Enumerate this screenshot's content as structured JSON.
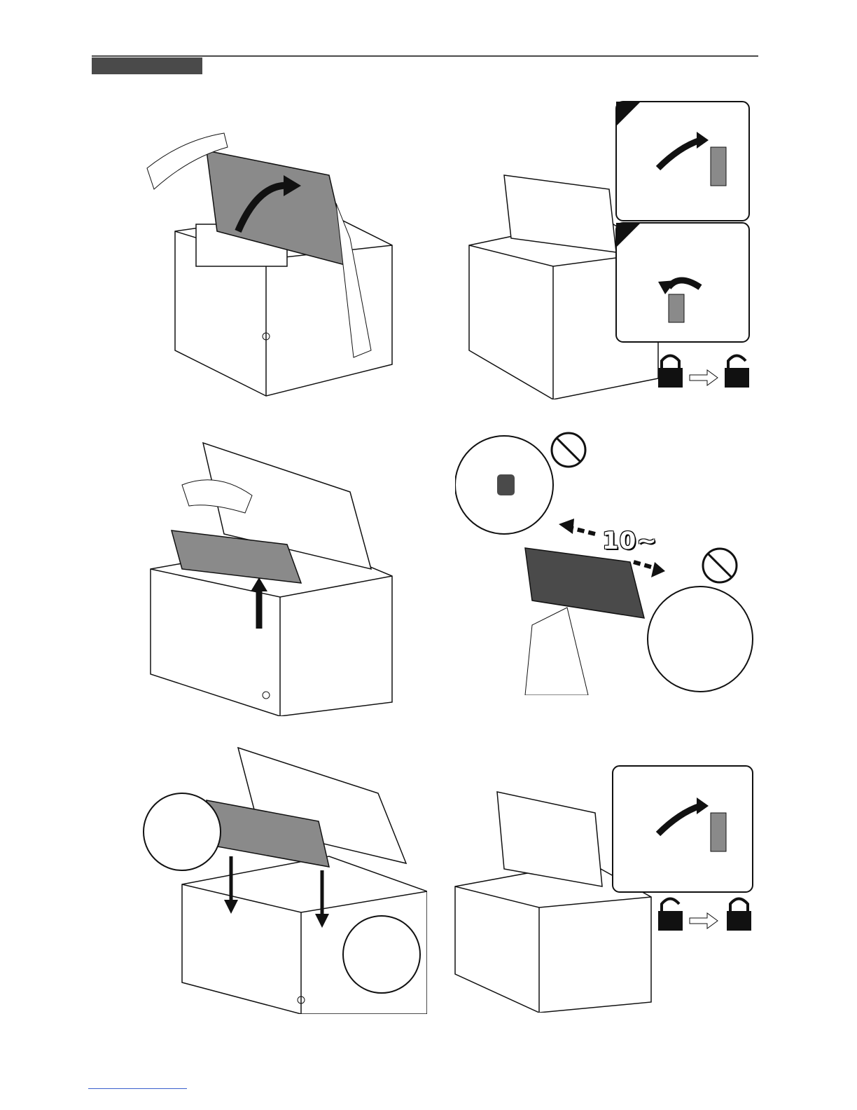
{
  "page": {
    "header_rule": "section-header",
    "shake_count": "10~"
  },
  "colors": {
    "ink": "#111111",
    "panel_grey": "#8a8a8a",
    "dark_grey": "#4a4a4a",
    "light_grey": "#d6d6d6",
    "link_blue": "#3a5fcd"
  },
  "steps": [
    {
      "name": "open-top-cover",
      "icon": "printer-open-cover-illustration"
    },
    {
      "name": "unlock-lever",
      "icon": "lock-lever-illustration",
      "lock_sequence": [
        "lock-closed-icon",
        "arrow-right-icon",
        "lock-open-icon"
      ]
    },
    {
      "name": "remove-toner",
      "icon": "toner-removal-illustration"
    },
    {
      "name": "shake-toner",
      "icon": "toner-shake-illustration",
      "warnings": [
        "no-touch-icon",
        "no-touch-icon"
      ]
    },
    {
      "name": "insert-toner",
      "icon": "toner-insertion-illustration"
    },
    {
      "name": "lock-lever",
      "icon": "lock-lever-illustration",
      "lock_sequence": [
        "lock-open-icon",
        "arrow-right-icon",
        "lock-closed-icon"
      ]
    }
  ]
}
